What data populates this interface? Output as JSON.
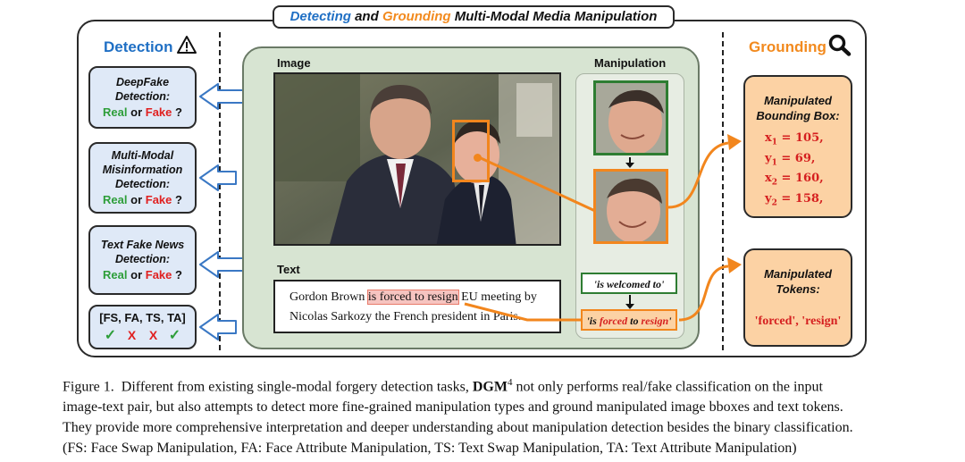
{
  "title": {
    "part1": "Detecting",
    "part2": " and ",
    "part3": "Grounding",
    "part4": " Multi-Modal Media Manipulation"
  },
  "detection": {
    "header": "Detection",
    "boxes": [
      {
        "title": "DeepFake Detection:",
        "real": "Real",
        "or": " or ",
        "fake": "Fake",
        "q": " ?"
      },
      {
        "title": "Multi-Modal Misinformation Detection:",
        "real": "Real",
        "or": " or ",
        "fake": "Fake",
        "q": " ?"
      },
      {
        "title": "Text Fake News Detection:",
        "real": "Real",
        "or": " or ",
        "fake": "Fake",
        "q": " ?"
      }
    ],
    "types": {
      "label": "[FS, FA, TS, TA]",
      "marks": [
        "✓",
        "X",
        "X",
        "✓"
      ]
    }
  },
  "center": {
    "image_label": "Image",
    "manip_label": "Manipulation",
    "text_label": "Text",
    "text_before": "Gordon Brown ",
    "text_hl": "is forced to resign",
    "text_after": " EU meeting by",
    "text_line2": "Nicolas Sarkozy the French president in Paris.",
    "token_orig": "'is welcomed to'",
    "token_fake_parts": [
      "'is ",
      "forced",
      " to ",
      "resign",
      "'"
    ]
  },
  "grounding": {
    "header": "Grounding",
    "bbox_title": "Manipulated Bounding Box:",
    "coords": [
      {
        "var": "x",
        "sub": "1",
        "val": " = 105,"
      },
      {
        "var": "y",
        "sub": "1",
        "val": " = 69,"
      },
      {
        "var": "x",
        "sub": "2",
        "val": " = 160,"
      },
      {
        "var": "y",
        "sub": "2",
        "val": " = 158,"
      }
    ],
    "tokens_title": "Manipulated Tokens:",
    "tokens_value": "'forced', 'resign'"
  },
  "caption": {
    "line1_a": "Figure 1.  Different from existing single-modal forgery detection tasks, ",
    "dgm": "DGM",
    "dgm_sup": "4",
    "line1_b": " not only performs real/fake classification on the input",
    "line2": "image-text pair, but also attempts to detect more fine-grained manipulation types and ground manipulated image bboxes and text tokens.",
    "line3": "They provide more comprehensive interpretation and deeper understanding about manipulation detection besides the binary classification.",
    "line4": "(FS: Face Swap Manipulation, FA: Face Attribute Manipulation, TS: Text Swap Manipulation, TA: Text Attribute Manipulation)"
  },
  "colors": {
    "detection_blue": "#1f6fc4",
    "grounding_orange": "#f28a1e",
    "real_green": "#2e9e3a",
    "fake_red": "#e02020",
    "panel_green": "#d7e4d2"
  }
}
